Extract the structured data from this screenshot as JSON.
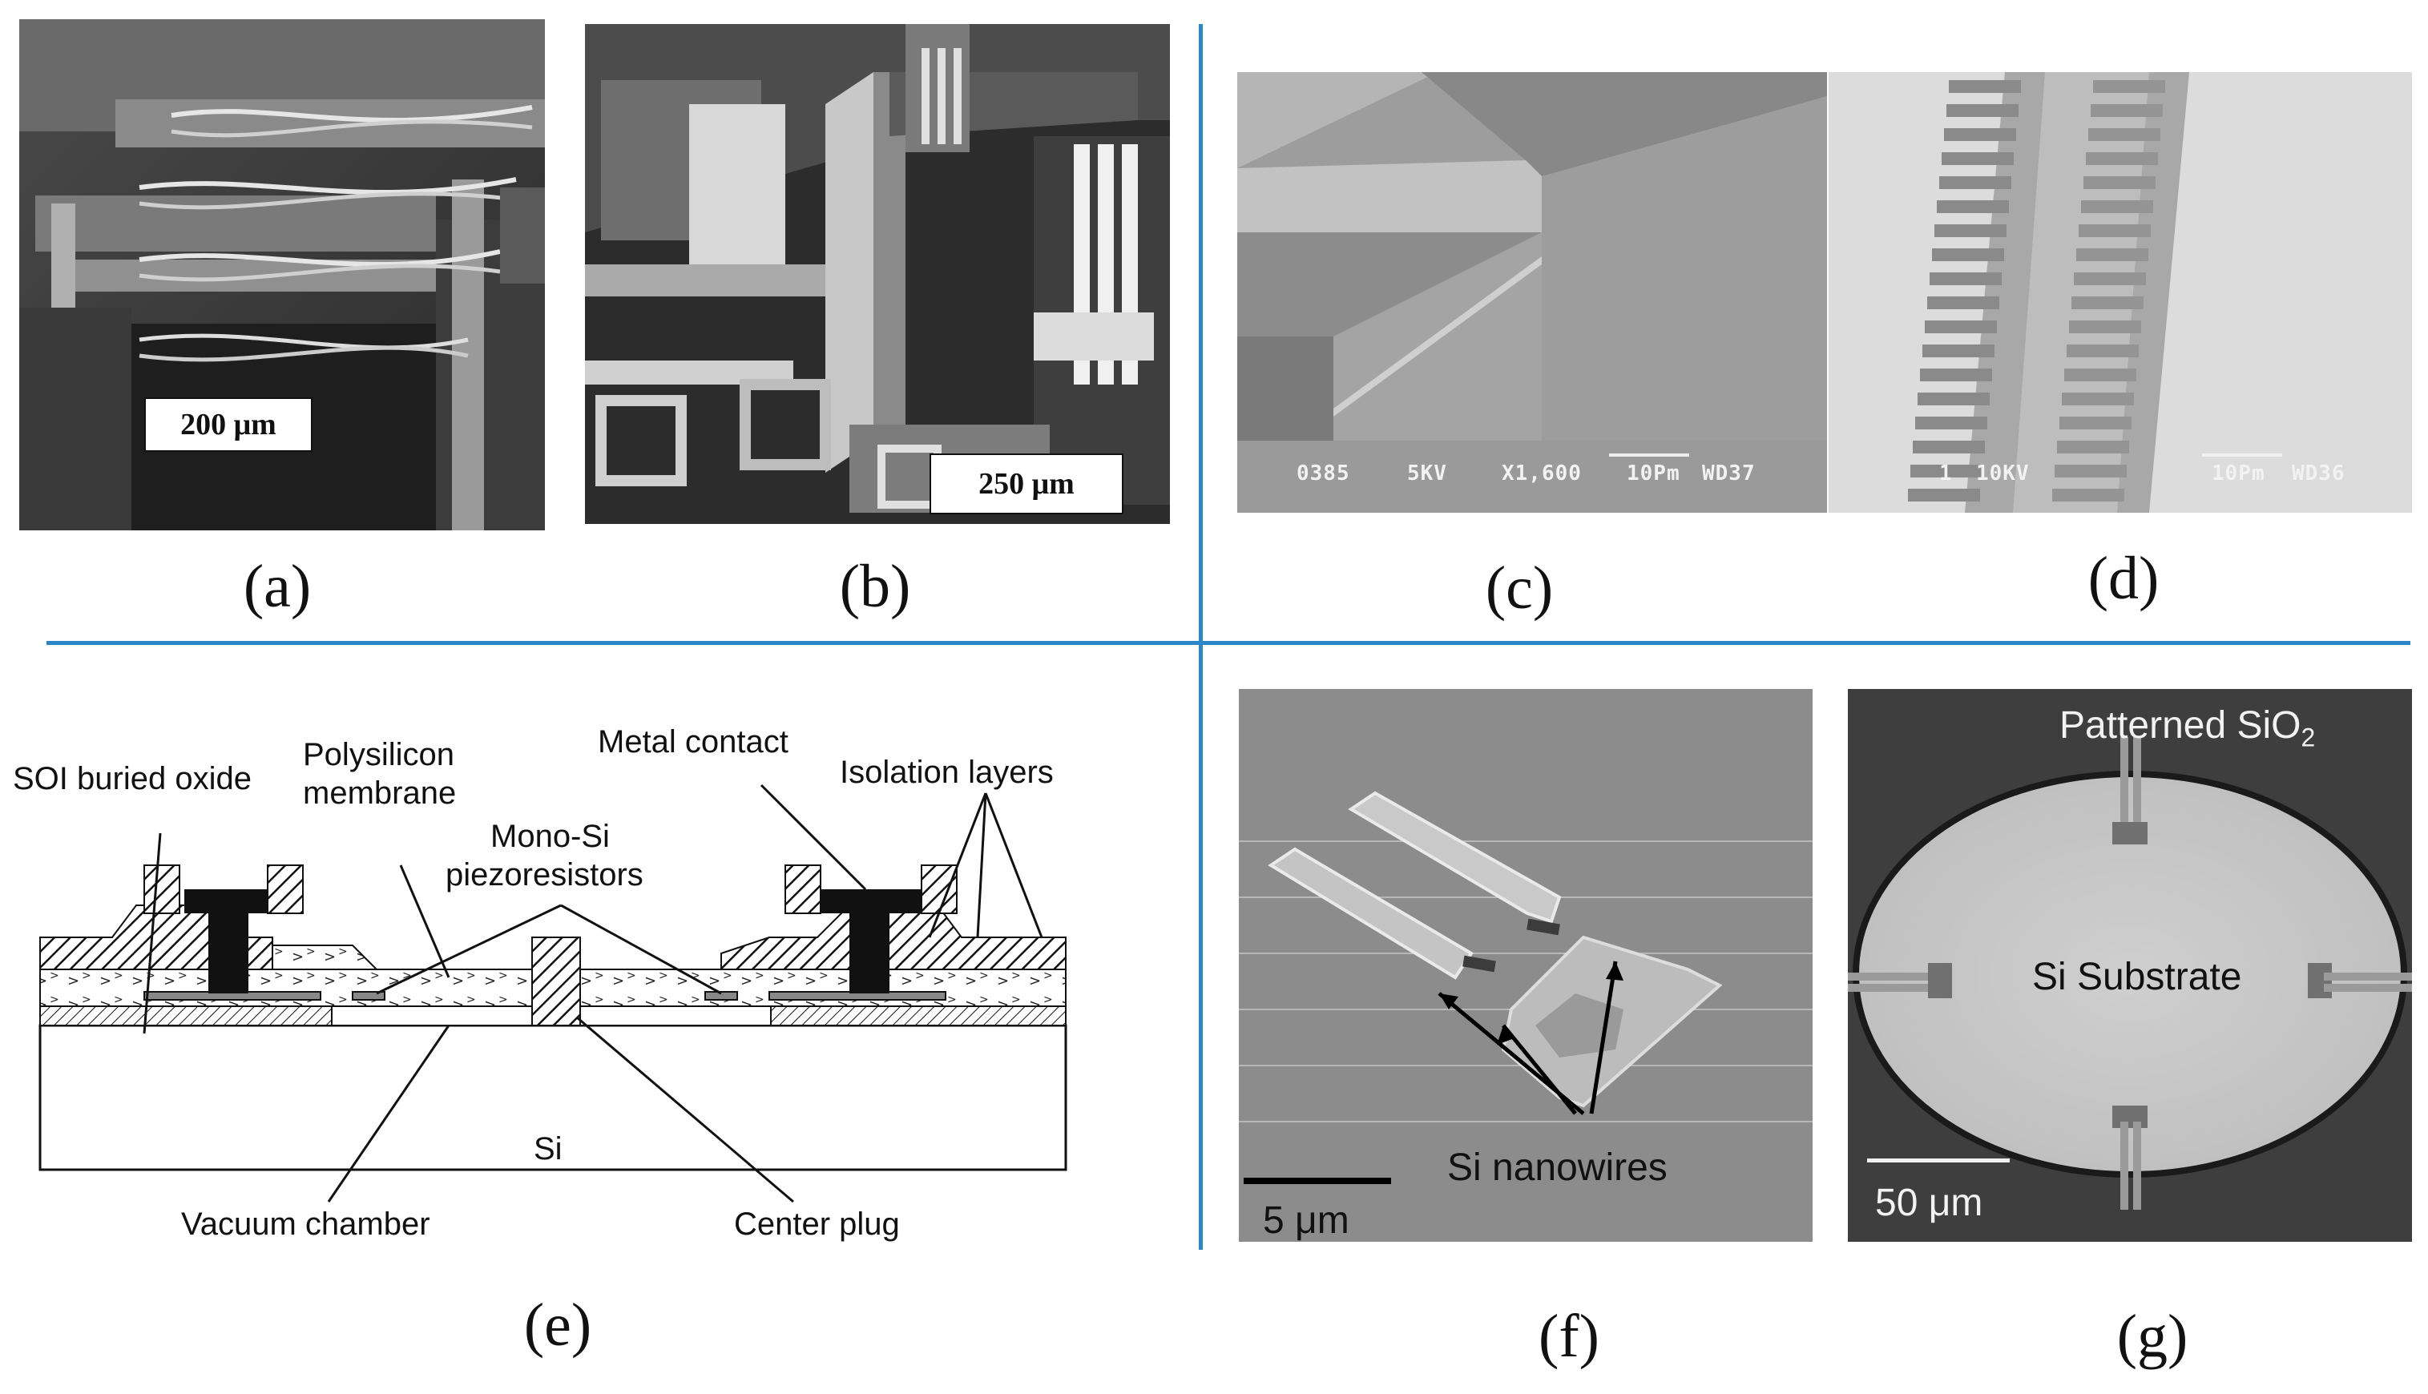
{
  "captions": {
    "a": "(a)",
    "b": "(b)",
    "c": "(c)",
    "d": "(d)",
    "e": "(e)",
    "f": "(f)",
    "g": "(g)"
  },
  "panel_a": {
    "scale": "200 μm"
  },
  "panel_b": {
    "scale": "250 μm"
  },
  "panel_c": {
    "id": "0385",
    "voltage": "5KV",
    "mag": "X1,600",
    "scale": "10Pm",
    "wd": "WD37"
  },
  "panel_d": {
    "id": "1",
    "voltage": "10KV",
    "scale": "10Pm",
    "wd": "WD36"
  },
  "panel_e": {
    "labels": {
      "soi": "SOI buried oxide",
      "poly1": "Polysilicon",
      "poly2": "membrane",
      "metal": "Metal contact",
      "isolation": "Isolation layers",
      "mono1": "Mono-Si",
      "mono2": "piezoresistors",
      "si": "Si",
      "vacuum": "Vacuum chamber",
      "plug": "Center plug"
    }
  },
  "panel_f": {
    "wires": "Si nanowires",
    "scale": "5 μm"
  },
  "panel_g": {
    "sio2": "Patterned SiO",
    "sio2_sub": "2",
    "substrate": "Si Substrate",
    "scale": "50 μm"
  },
  "colors": {
    "divider": "#2a86c4"
  }
}
